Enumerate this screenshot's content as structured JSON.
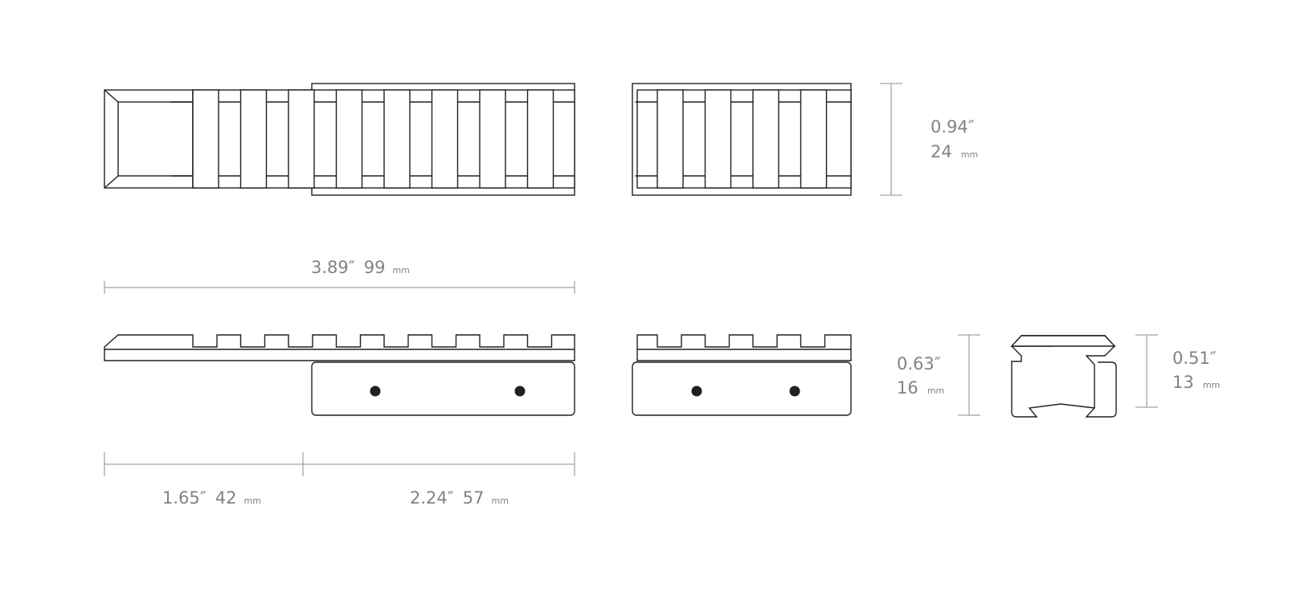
{
  "dimensions": {
    "overall_length": {
      "inches": "3.89″",
      "mm_value": "99",
      "mm_unit": "mm"
    },
    "rail_width": {
      "inches": "0.94″",
      "mm_value": "24",
      "mm_unit": "mm"
    },
    "front_length": {
      "inches": "1.65″",
      "mm_value": "42",
      "mm_unit": "mm"
    },
    "base_length": {
      "inches": "2.24″",
      "mm_value": "57",
      "mm_unit": "mm"
    },
    "side_height": {
      "inches": "0.63″",
      "mm_value": "16",
      "mm_unit": "mm"
    },
    "profile_height": {
      "inches": "0.51″",
      "mm_value": "13",
      "mm_unit": "mm"
    }
  },
  "colors": {
    "outline": "#231f20",
    "dimension_line": "#8a8c8e",
    "dimension_text": "#808285",
    "background": "#ffffff"
  }
}
